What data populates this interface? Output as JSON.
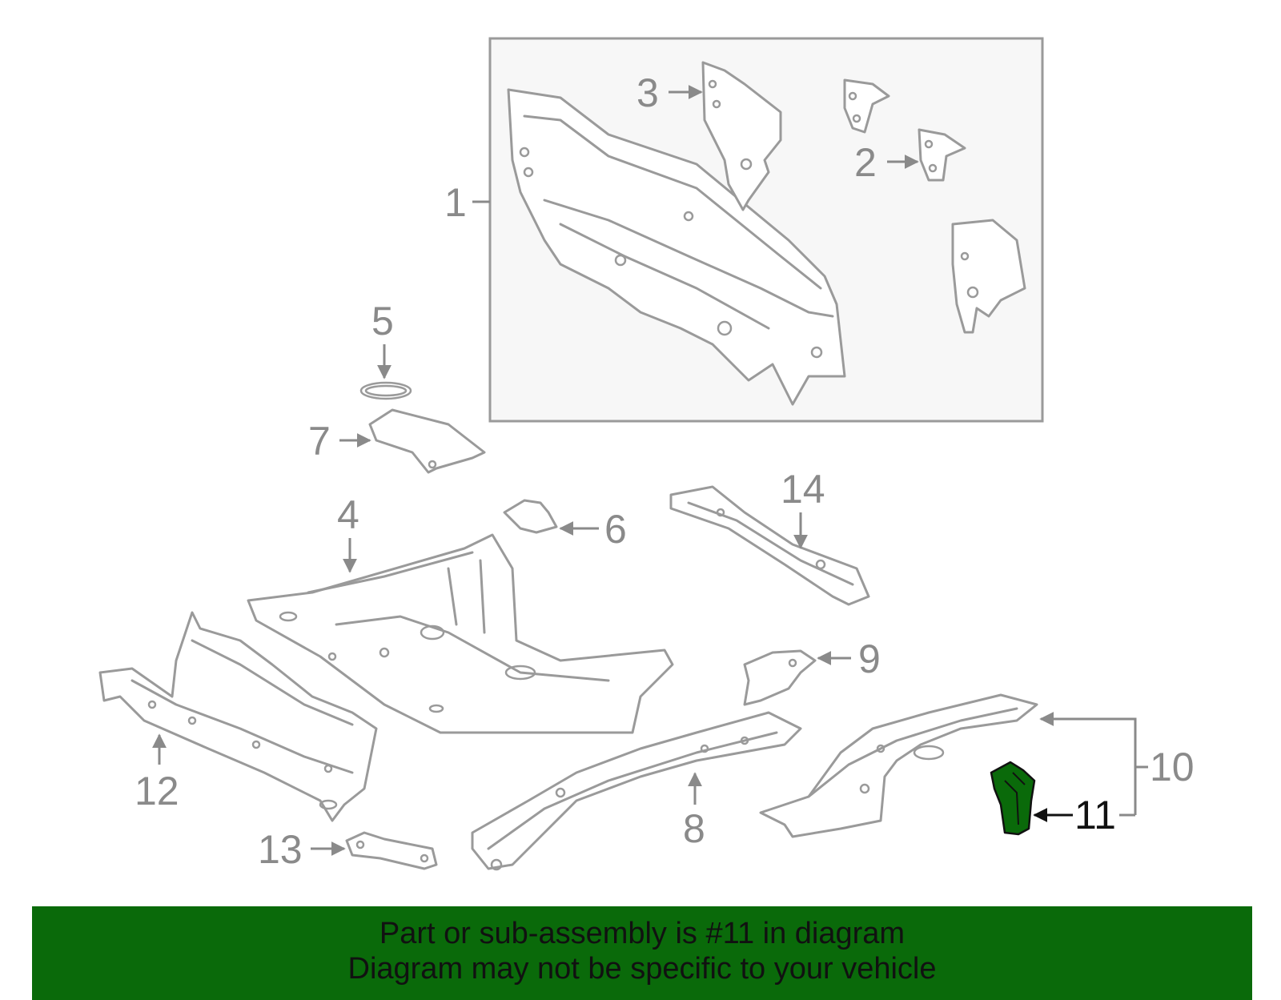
{
  "callouts": {
    "c1": "1",
    "c2": "2",
    "c3": "3",
    "c4": "4",
    "c5": "5",
    "c6": "6",
    "c7": "7",
    "c8": "8",
    "c9": "9",
    "c10": "10",
    "c11": "11",
    "c12": "12",
    "c13": "13",
    "c14": "14"
  },
  "highlight": {
    "part_number": "11",
    "color": "#0a6a0a"
  },
  "banner": {
    "background": "#0a6a0a",
    "line1": "Part or sub-assembly is #11 in diagram",
    "line2": "Diagram may not be specific to your vehicle"
  }
}
